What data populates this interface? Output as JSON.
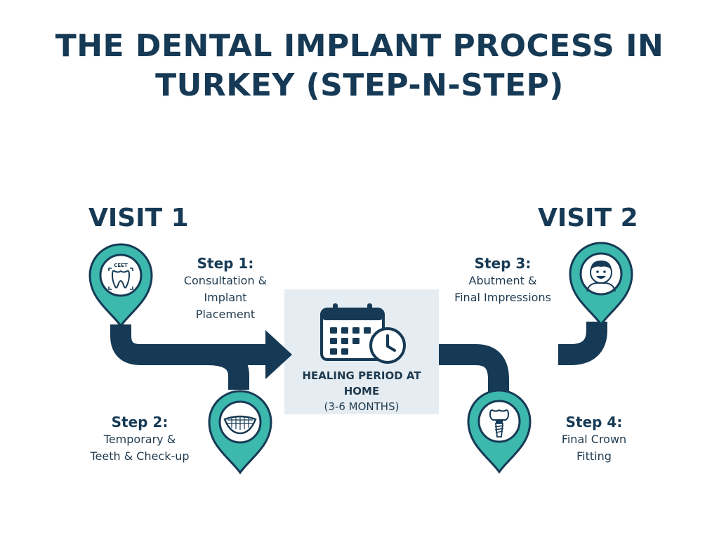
{
  "title": {
    "line1": "THE DENTAL IMPLANT PROCESS IN",
    "line2": "TURKEY (STEP-N-STEP)"
  },
  "visits": {
    "visit1": "VISIT 1",
    "visit2": "VISIT 2"
  },
  "steps": [
    {
      "title": "Step 1:",
      "lines": [
        "Consultation &",
        "Implant",
        "Placement"
      ],
      "icon": "tooth-scan-icon",
      "icon_label": "CEET"
    },
    {
      "title": "Step 2:",
      "lines": [
        "Temporary &",
        "Teeth & Check-up"
      ],
      "icon": "smile-teeth-icon"
    },
    {
      "title": "Step 3:",
      "lines": [
        "Abutment &",
        "Final Impressions"
      ],
      "icon": "happy-face-icon"
    },
    {
      "title": "Step 4:",
      "lines": [
        "Final Crown",
        "Fitting"
      ],
      "icon": "dental-implant-icon"
    }
  ],
  "healing": {
    "line1": "HEALING PERIOD AT HOME",
    "line2": "(3-6 MONTHS)",
    "icon": "calendar-clock-icon"
  },
  "colors": {
    "navy": "#163a55",
    "teal": "#3cb8ad",
    "teal_dark": "#2a9d92",
    "panel": "#e6edf2"
  }
}
